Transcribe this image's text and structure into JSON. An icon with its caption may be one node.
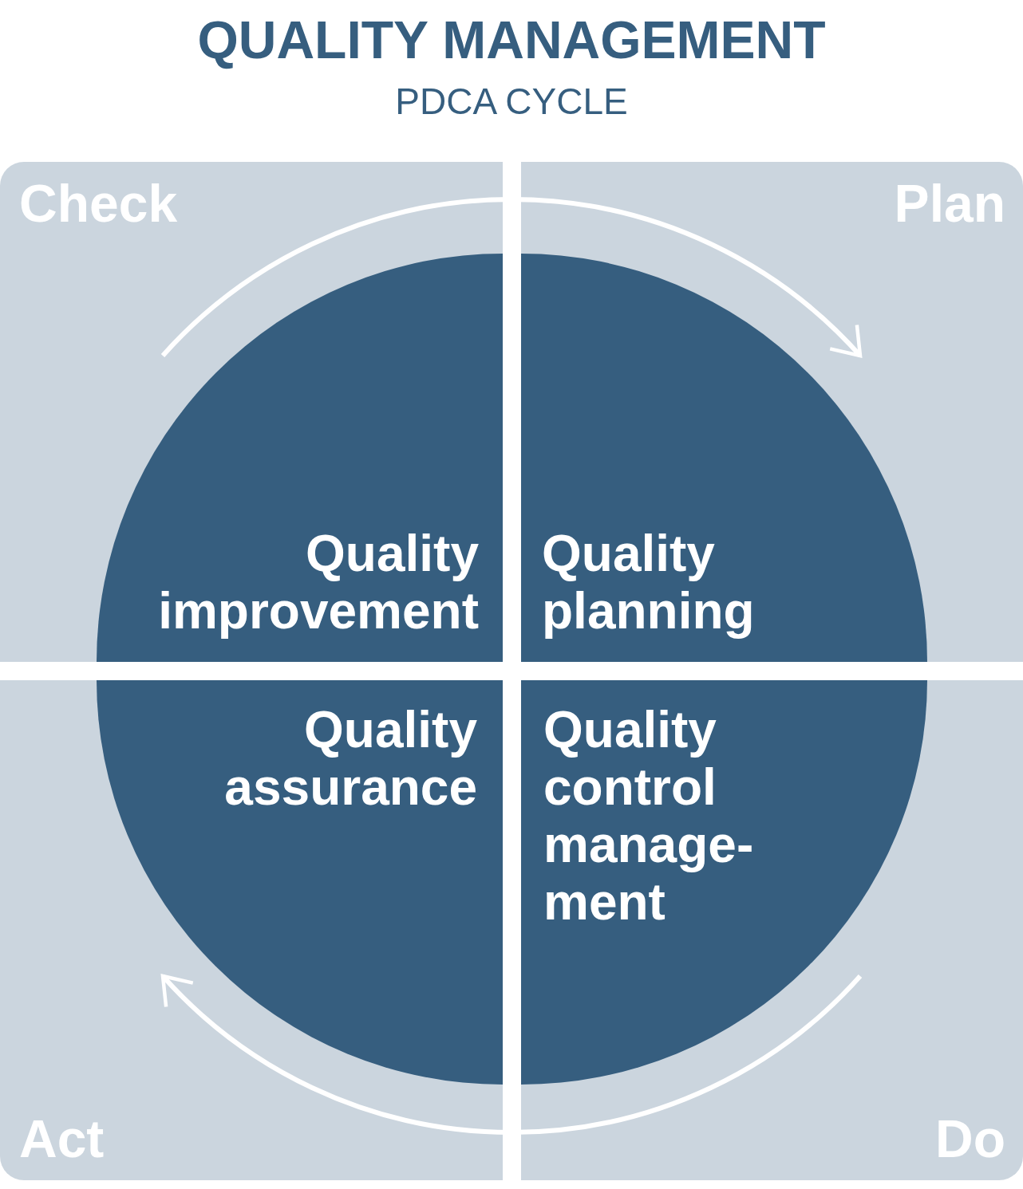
{
  "diagram": {
    "title": "QUALITY MANAGEMENT",
    "nodes": [
      {
        "text": [
          "Check"
        ]
      },
      {
        "text": [
          "Quality improvement"
        ],
        "in": 0
      },
      {
        "text": [
          "Plan"
        ]
      },
      {
        "text": [
          "Quality planning"
        ],
        "in": 2
      },
      {
        "text": [
          "Act"
        ]
      },
      {
        "text": [
          "Quality assurance"
        ],
        "in": 4
      },
      {
        "text": [
          "Do"
        ]
      },
      {
        "text": [
          "Quality control manage- ment"
        ],
        "in": 6
      }
    ],
    "edges": [
      {
        "from": 1,
        "to": 3,
        "arrow": "to"
      },
      {
        "from": 7,
        "to": 5,
        "arrow": "to"
      }
    ],
    "labels": [
      "PDCA CYCLE"
    ]
  }
}
